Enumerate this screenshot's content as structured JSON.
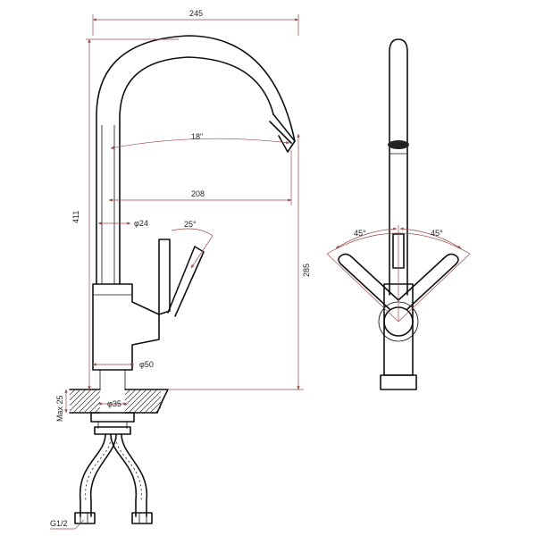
{
  "dimensions": {
    "width_top": "245",
    "height_total": "411",
    "spout_arc": "18\"",
    "spout_reach": "208",
    "tube_dia": "φ24",
    "handle_angle": "25°",
    "height_285": "285",
    "body_dia": "φ50",
    "hole_dia": "φ35",
    "max_thickness": "Max 25",
    "thread": "G1/2",
    "left_angle": "45°",
    "right_angle": "45°"
  },
  "colors": {
    "line": "#111111",
    "dimension": "#9a4a4a"
  }
}
